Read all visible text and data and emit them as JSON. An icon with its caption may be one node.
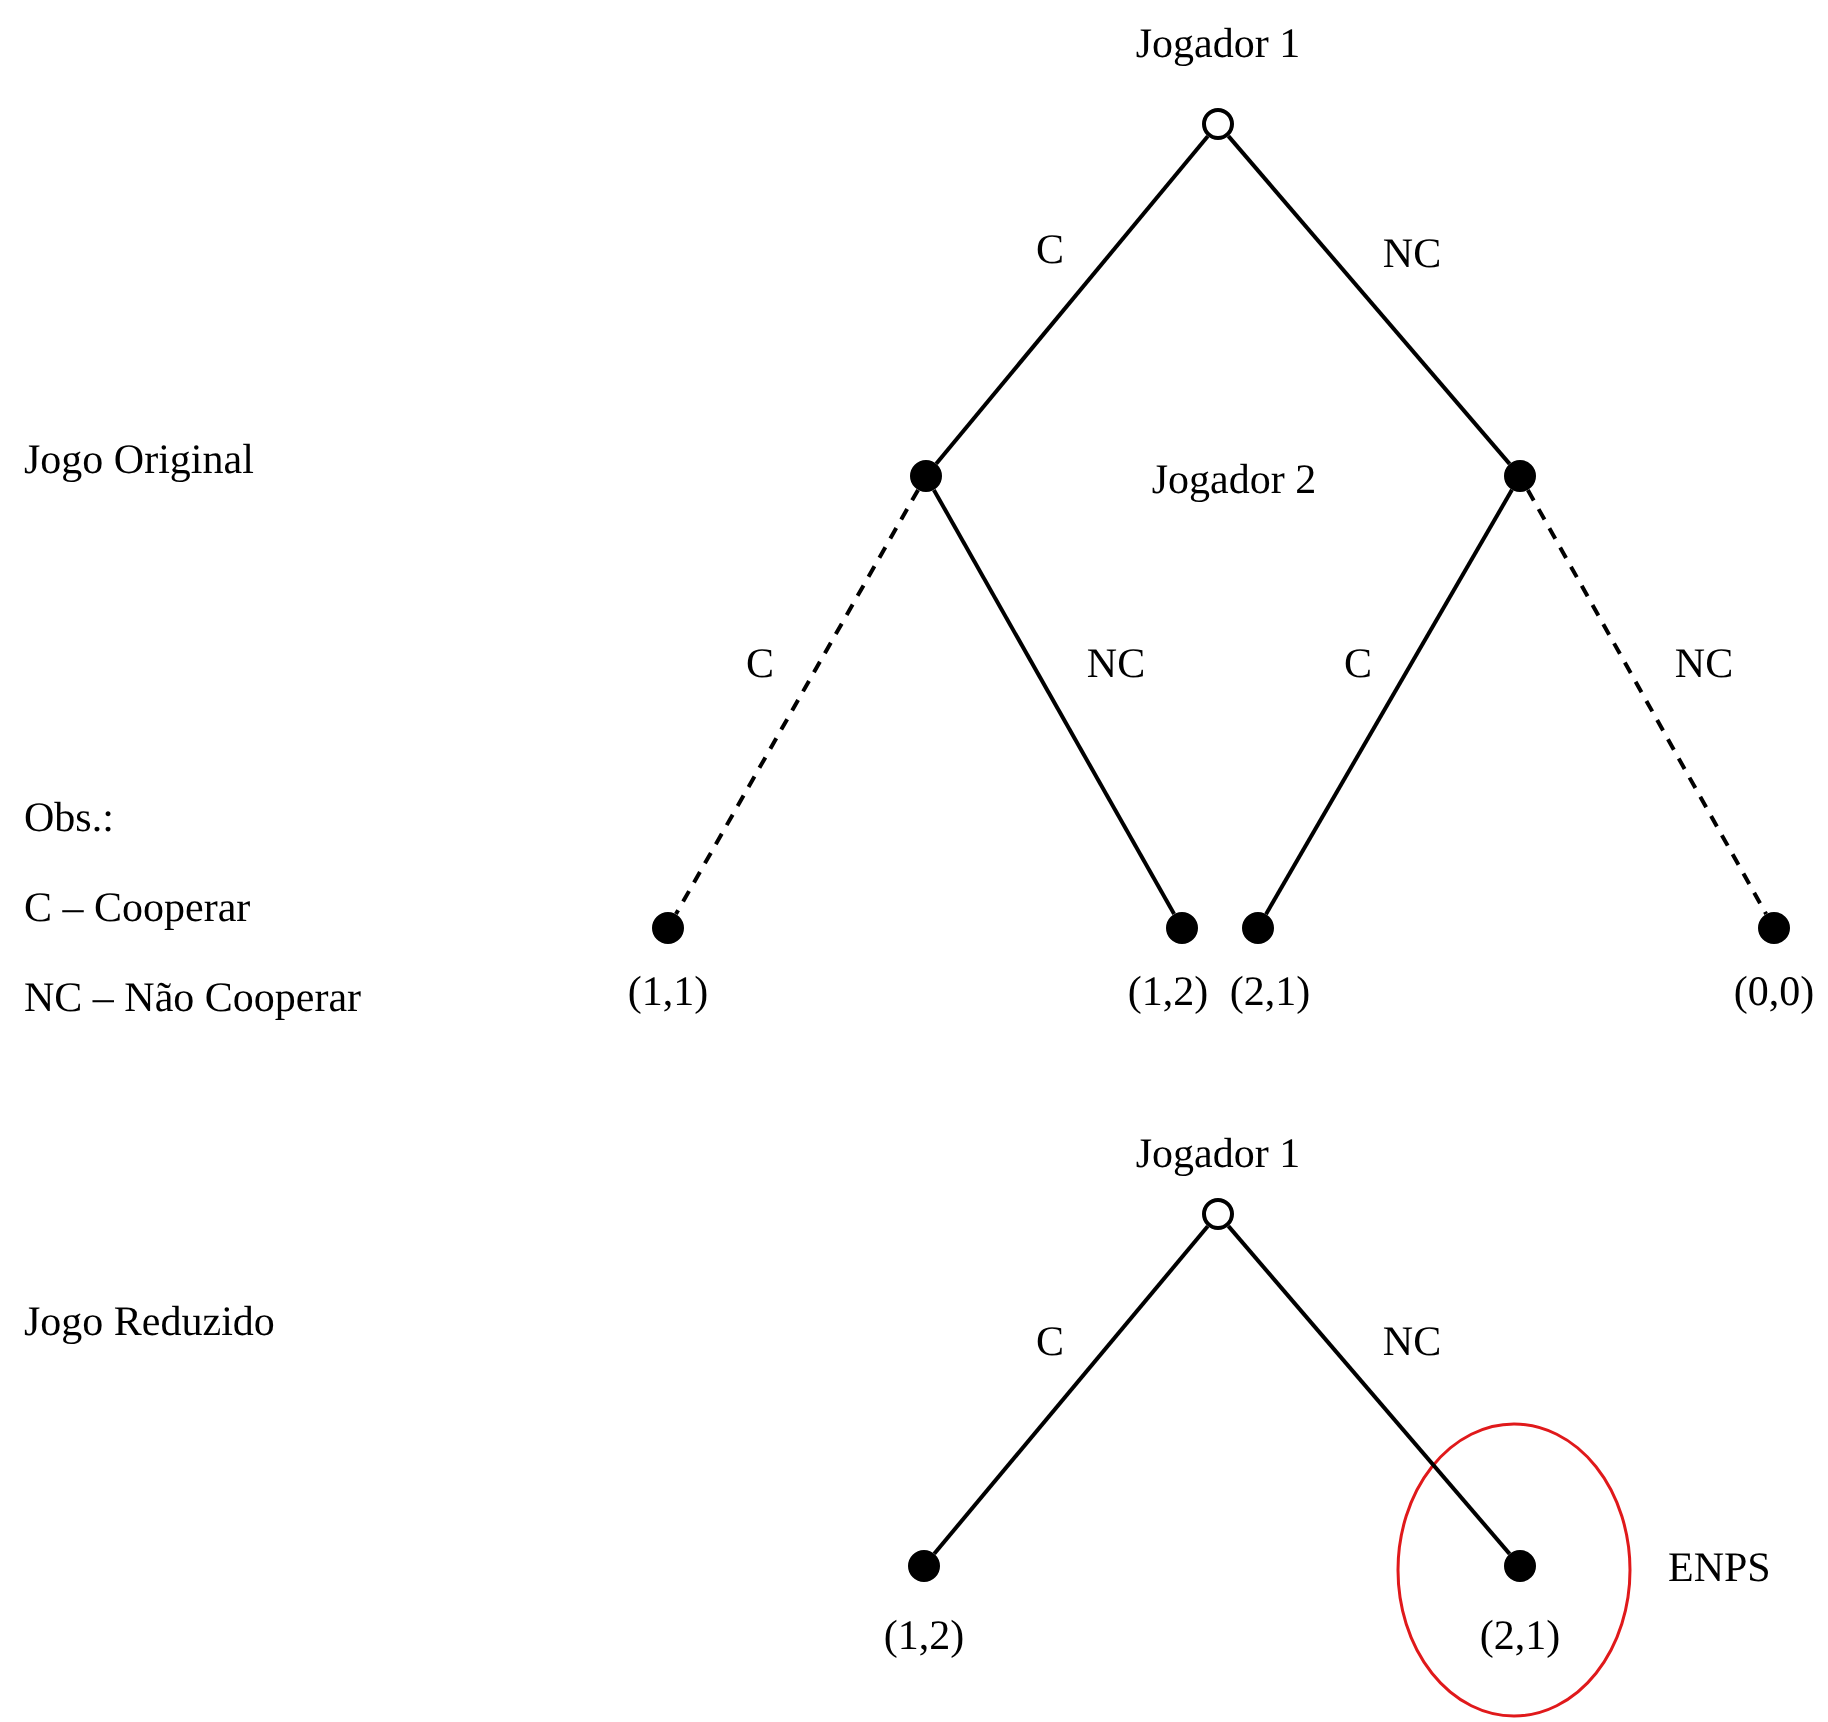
{
  "diagram": {
    "nodes": [
      {
        "text": [],
        "shape": "circle",
        "beside": [
          "Jogador 1"
        ]
      },
      {
        "text": [],
        "shape": "circle"
      },
      {
        "text": [],
        "shape": "circle"
      },
      {
        "text": [],
        "shape": "circle",
        "beside": [
          "(1,1)"
        ]
      },
      {
        "text": [],
        "shape": "circle",
        "beside": [
          "(1,2)"
        ]
      },
      {
        "text": [],
        "shape": "circle",
        "beside": [
          "(2,1)"
        ]
      },
      {
        "text": [],
        "shape": "circle",
        "beside": [
          "(0,0)"
        ]
      },
      {
        "text": [],
        "shape": "circle",
        "beside": [
          "Jogador 1"
        ]
      },
      {
        "text": [],
        "shape": "circle",
        "beside": [
          "(1,2)"
        ]
      },
      {
        "text": [],
        "shape": "circle",
        "beside": [
          "(2,1)"
        ]
      }
    ],
    "edges": [
      {
        "from": 0,
        "to": 1,
        "arrow": "none",
        "label": "C"
      },
      {
        "from": 0,
        "to": 2,
        "arrow": "none",
        "label": "NC"
      },
      {
        "from": 1,
        "to": 3,
        "arrow": "none",
        "label": "C",
        "style": "dashed"
      },
      {
        "from": 1,
        "to": 4,
        "arrow": "none",
        "label": "NC"
      },
      {
        "from": 2,
        "to": 5,
        "arrow": "none",
        "label": "C"
      },
      {
        "from": 2,
        "to": 6,
        "arrow": "none",
        "label": "NC",
        "style": "dashed"
      },
      {
        "from": 7,
        "to": 8,
        "arrow": "none",
        "label": "C"
      },
      {
        "from": 7,
        "to": 9,
        "arrow": "none",
        "label": "NC"
      }
    ],
    "labels": [
      "Jogo Original",
      "Jogador 2",
      "Obs.:",
      "C – Cooperar",
      "NC – Não Cooperar",
      "Jogo Reduzido",
      "ENPS"
    ]
  }
}
